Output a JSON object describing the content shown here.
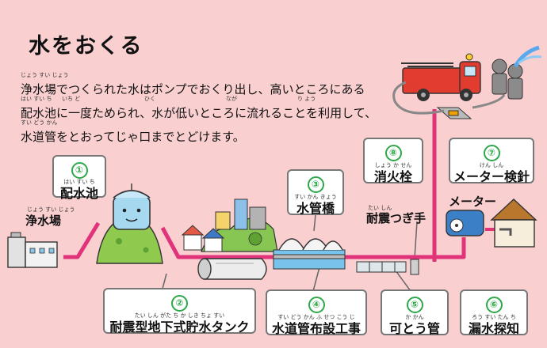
{
  "title": "水をおくる",
  "intro": {
    "lines": [
      "浄水場でつくられた水はポンプでおくり出し、高いところにある",
      "配水池に一度ためられ、水が低いところに流れることを利用して、",
      "水道管をとおってじゃ口までとどけます。"
    ],
    "rubies": [
      "じょう すい じょう",
      "はい すい ち",
      "いち ど",
      "ひく",
      "なが",
      "り よう",
      "すい どう かん"
    ]
  },
  "labels": {
    "l1": {
      "number": "1",
      "num_glyph": "①",
      "ruby": "はい すい ち",
      "text": "配水池"
    },
    "l2": {
      "number": "2",
      "num_glyph": "②",
      "ruby": "たい しん がた ち か しき ちょ すい",
      "text": "耐震型地下式貯水タンク"
    },
    "l3": {
      "number": "3",
      "num_glyph": "③",
      "ruby": "すい かん きょう",
      "text": "水管橋"
    },
    "l4": {
      "number": "4",
      "num_glyph": "④",
      "ruby": "すい どう かん ふ せつ こう じ",
      "text": "水道管布設工事"
    },
    "l5": {
      "number": "5",
      "num_glyph": "⑤",
      "ruby": "か かん",
      "text": "可とう管"
    },
    "l6": {
      "number": "6",
      "num_glyph": "⑥",
      "ruby": "ろう すい たん ち",
      "text": "漏水探知"
    },
    "l7": {
      "number": "7",
      "num_glyph": "⑦",
      "ruby": "けん しん",
      "text": "メーター検針"
    },
    "l8": {
      "number": "8",
      "num_glyph": "⑧",
      "ruby": "しょう か せん",
      "text": "消火栓"
    }
  },
  "plant": {
    "ruby": "じょう すい じょう",
    "text": "浄水場"
  },
  "joint": {
    "ruby": "たい しん",
    "text": "耐震つぎ手"
  },
  "meter_label": "メーター",
  "colors": {
    "background": "#f9cfd0",
    "pipe": "#e0337a",
    "number": "#2ea84a"
  }
}
